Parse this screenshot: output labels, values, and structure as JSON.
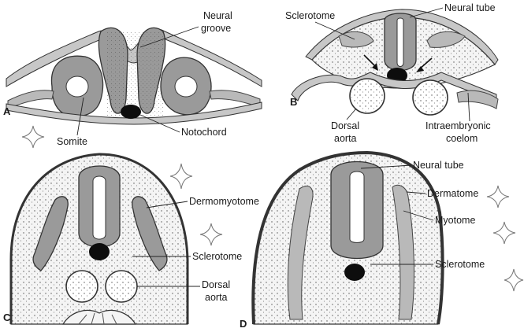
{
  "panels": {
    "A": {
      "letter": "A",
      "labels": {
        "neural_groove": [
          "Neural",
          "groove"
        ],
        "notochord": "Notochord",
        "somite": "Somite"
      }
    },
    "B": {
      "letter": "B",
      "labels": {
        "sclerotome": "Sclerotome",
        "neural_tube": "Neural tube",
        "dorsal_aorta": [
          "Dorsal",
          "aorta"
        ],
        "intraembryonic_coelom": [
          "Intraembryonic",
          "coelom"
        ]
      }
    },
    "C": {
      "letter": "C",
      "labels": {
        "dermomyotome": "Dermomyotome",
        "sclerotome": "Sclerotome",
        "dorsal_aorta": [
          "Dorsal",
          "aorta"
        ]
      }
    },
    "D": {
      "letter": "D",
      "labels": {
        "neural_tube": "Neural tube",
        "dermatome": "Dermatome",
        "myotome": "Myotome",
        "sclerotome": "Sclerotome"
      }
    }
  },
  "colors": {
    "tissue": "#9a9a9a",
    "notochord": "#0d0d0d",
    "background": "#ffffff"
  }
}
